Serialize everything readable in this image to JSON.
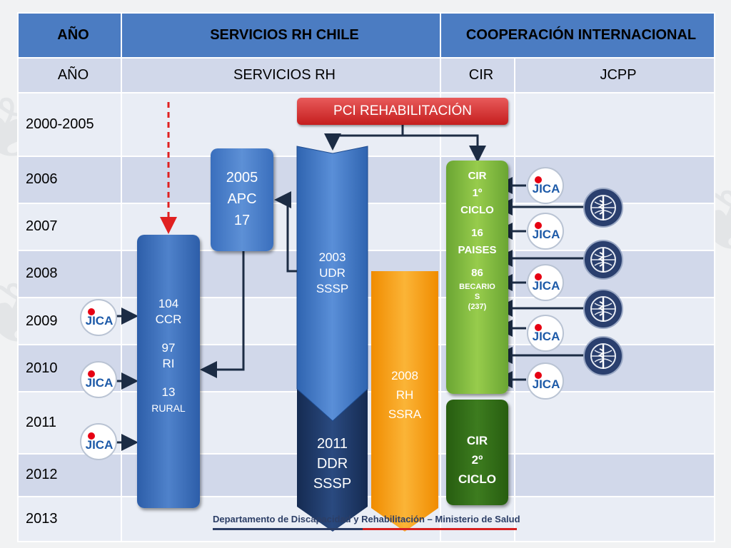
{
  "table": {
    "header1": {
      "year": "AÑO",
      "services": "SERVICIOS RH CHILE",
      "coop": "COOPERACIÓN INTERNACIONAL"
    },
    "header2": {
      "year": "AÑO",
      "services": "SERVICIOS RH",
      "cir": "CIR",
      "jcpp": "JCPP"
    },
    "years": [
      "2000-2005",
      "2006",
      "2007",
      "2008",
      "2009",
      "2010",
      "2011",
      "2012",
      "2013"
    ]
  },
  "boxes": {
    "pci": "PCI REHABILITACIÓN",
    "apc": [
      "2005",
      "APC",
      "17"
    ],
    "ccr": [
      "104",
      "CCR",
      "97",
      "RI",
      "13",
      "RURAL"
    ],
    "udr": [
      "2003",
      "UDR",
      "SSSP"
    ],
    "ddr": [
      "2011",
      "DDR",
      "SSSP"
    ],
    "ssra": [
      "2008",
      "RH",
      "SSRA"
    ],
    "cir1": [
      "CIR",
      "1º",
      "CICLO",
      "16",
      "PAISES",
      "86",
      "BECARIO",
      "S",
      "(237)"
    ],
    "cir2": [
      "CIR",
      "2º",
      "CICLO"
    ]
  },
  "logos": {
    "jica": "JICA",
    "who_icon": "who-emblem-icon"
  },
  "footer": "Departamento de Discapacidad y Rehabilitación – Ministerio de Salud",
  "colors": {
    "header": "#4b7cc2",
    "row_dark": "#d1d8ea",
    "row_light": "#e9edf5",
    "pci": "#d42b2b",
    "blue_arrow": "#3f78c5",
    "dark_arrow": "#1e3866",
    "orange_arrow": "#f6a015",
    "cir1": "#86bd42",
    "cir2": "#2f6a16",
    "jica_red": "#e60012",
    "jica_blue": "#1d5aa8"
  }
}
